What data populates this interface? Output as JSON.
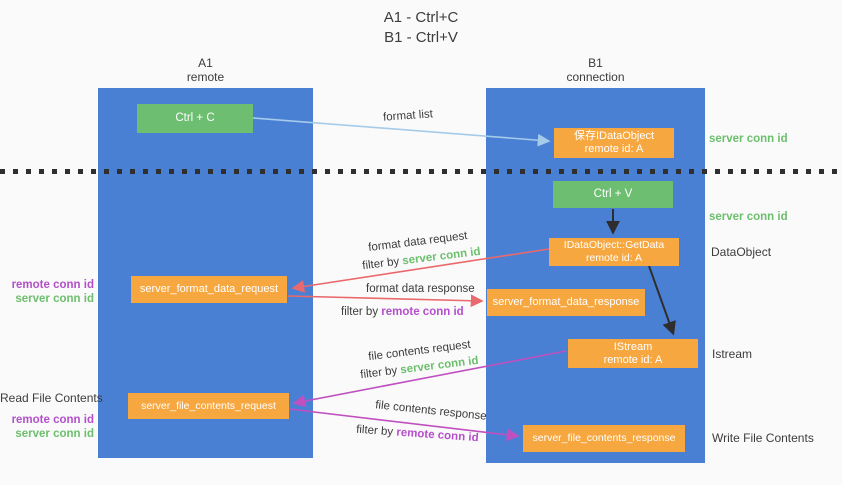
{
  "title": {
    "line1": "A1 - Ctrl+C",
    "line2": "B1 - Ctrl+V"
  },
  "columns": {
    "left": {
      "name": "A1",
      "role": "remote"
    },
    "right": {
      "name": "B1",
      "role": "connection"
    }
  },
  "nodes": {
    "ctrl_c": "Ctrl + C",
    "save_dataobject_line1": "保存IDataObject",
    "save_dataobject_line2": "remote id: A",
    "ctrl_v": "Ctrl + V",
    "getdata_line1": "IDataObject::GetData",
    "getdata_line2": "remote id: A",
    "format_request": "server_format_data_request",
    "format_response": "server_format_data_response",
    "istream_line1": "IStream",
    "istream_line2": "remote id: A",
    "file_request": "server_file_contents_request",
    "file_response": "server_file_contents_response"
  },
  "annotations": {
    "right": {
      "server_conn_id_1": "server conn id",
      "server_conn_id_2": "server conn id",
      "dataobject": "DataObject",
      "istream": "Istream",
      "write_file_contents": "Write File Contents"
    },
    "left": {
      "remote_conn_id_1": "remote conn id",
      "server_conn_id_1": "server conn id",
      "read_file_contents": "Read File Contents",
      "remote_conn_id_2": "remote conn id",
      "server_conn_id_2": "server conn id"
    }
  },
  "edge_labels": {
    "format_list": "format list",
    "format_data_request": "format data request",
    "format_data_response": "format data response",
    "file_contents_request": "file contents request",
    "file_contents_response": "file contents response",
    "filter_by": "filter by ",
    "server_conn_id": "server conn id",
    "remote_conn_id": "remote conn id"
  },
  "colors": {
    "lifeline_blue": "#4a80d4",
    "box_green": "#6dbe70",
    "box_orange": "#f7a740",
    "arrow_light_blue": "#a5cbe9",
    "arrow_red": "#e9696c",
    "arrow_magenta": "#c04fc0",
    "arrow_black": "#2e2e2e",
    "text_green": "#6cbf6d",
    "text_purple": "#b44fcb",
    "background": "#fafafa"
  }
}
